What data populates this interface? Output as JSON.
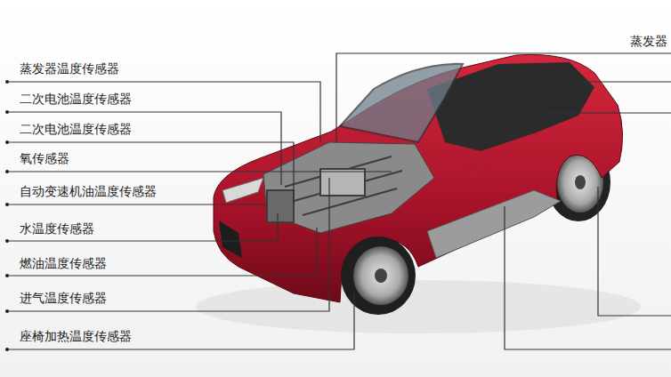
{
  "diagram": {
    "labels": [
      "蒸发器",
      "蒸发器温度传感器",
      "二次电池温度传感器",
      "二次电池温度传感器",
      "氧传感器",
      "自动变速机油温度传感器",
      "水温度传感器",
      "燃油温度传感器",
      "进气温度传感器",
      "座椅加热温度传感器"
    ]
  }
}
